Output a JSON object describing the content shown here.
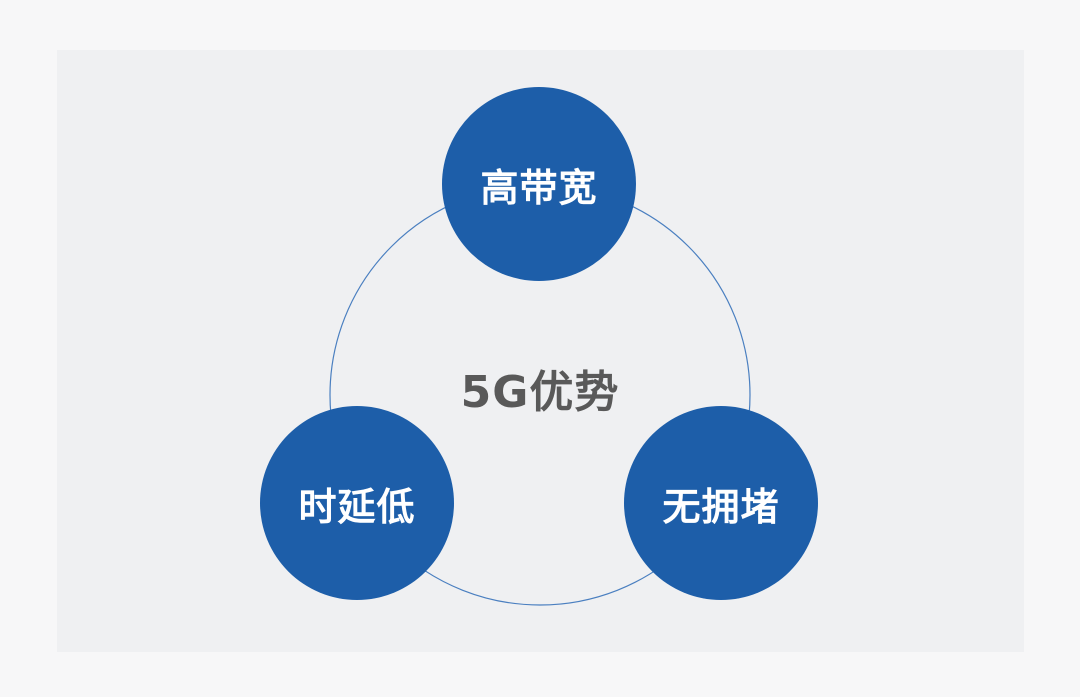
{
  "diagram": {
    "center": "5G优势",
    "nodes": {
      "top": "高带宽",
      "left": "时延低",
      "right": "无拥堵"
    }
  },
  "colors": {
    "node": "#1d5ea9",
    "ring": "#4a7fc0",
    "center_text": "#595959",
    "panel": "#eff0f2"
  }
}
